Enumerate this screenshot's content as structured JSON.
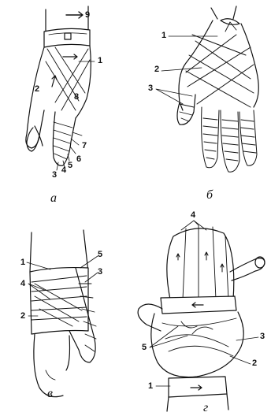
{
  "figures": [
    {
      "caption": "а",
      "labels": [
        "1",
        "2",
        "3",
        "4",
        "5",
        "6",
        "7",
        "8",
        "9"
      ]
    },
    {
      "caption": "б",
      "labels": [
        "1",
        "2",
        "3"
      ]
    },
    {
      "caption": "в",
      "labels": [
        "1",
        "2",
        "3",
        "4",
        "5"
      ]
    },
    {
      "caption": "г",
      "labels": [
        "1",
        "2",
        "3",
        "4",
        "5"
      ]
    }
  ],
  "icons": {
    "figure-a": "bandaged-wrist-and-thumb-icon",
    "figure-b": "bandaged-hand-fingers-icon",
    "figure-c": "bandaged-wrist-icon",
    "figure-d": "mitten-bandaged-hand-icon"
  }
}
